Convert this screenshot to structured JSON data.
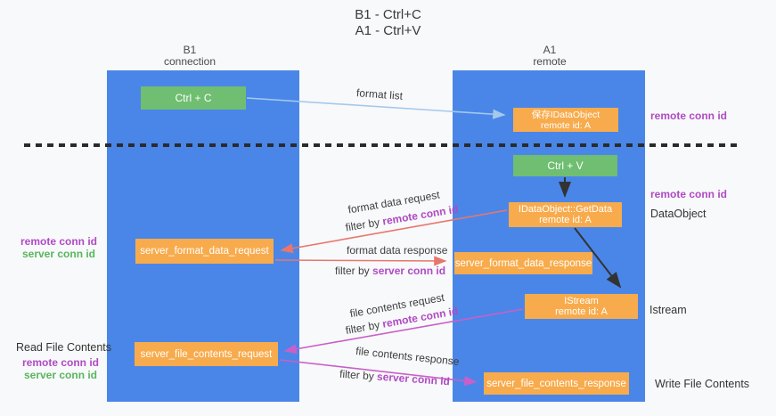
{
  "title": {
    "line1": "B1 - Ctrl+C",
    "line2": "A1 - Ctrl+V"
  },
  "lanes": {
    "left": {
      "name": "B1",
      "role": "connection"
    },
    "right": {
      "name": "A1",
      "role": "remote"
    }
  },
  "nodes": {
    "ctrl_c": {
      "label": "Ctrl + C"
    },
    "ctrl_v": {
      "label": "Ctrl + V"
    },
    "save_idataobject": {
      "line1": "保存IDataObject",
      "line2": "remote id: A"
    },
    "idataobject_getdata": {
      "line1": "IDataObject::GetData",
      "line2": "remote id: A"
    },
    "istream": {
      "line1": "IStream",
      "line2": "remote id: A"
    },
    "server_format_data_request": {
      "label": "server_format_data_request"
    },
    "server_format_data_response": {
      "label": "server_format_data_response"
    },
    "server_file_contents_request": {
      "label": "server_file_contents_request"
    },
    "server_file_contents_response": {
      "label": "server_file_contents_response"
    }
  },
  "edges": {
    "format_list": {
      "label": "format list"
    },
    "format_data_request": {
      "label": "format data request",
      "filter_prefix": "filter by ",
      "filter_key": "remote conn id"
    },
    "format_data_response": {
      "label": "format data response",
      "filter_prefix": "filter by ",
      "filter_key": "server conn id"
    },
    "file_contents_request": {
      "label": "file contents request",
      "filter_prefix": "filter by ",
      "filter_key": "remote conn id"
    },
    "file_contents_response": {
      "label": "file contents response",
      "filter_prefix": "filter by ",
      "filter_key": "server conn id"
    }
  },
  "annotations": {
    "right_remote_conn_id_top": "remote conn id",
    "right_remote_conn_id_mid": "remote conn id",
    "right_dataobject": "DataObject",
    "right_istream": "Istream",
    "right_write_file_contents": "Write File Contents",
    "left_remote_conn_id_mid": "remote conn id",
    "left_server_conn_id_mid": "server conn id",
    "left_read_file_contents": "Read File Contents",
    "left_remote_conn_id_bottom": "remote conn id",
    "left_server_conn_id_bottom": "server conn id"
  },
  "colors": {
    "lane_blue": "#4a86e8",
    "node_orange": "#f8ab4c",
    "node_green": "#6fbe71",
    "arrow_red": "#e8766d",
    "arrow_magenta": "#c95fc9",
    "arrow_blue": "#a4c9ec",
    "arrow_black": "#333333",
    "text_purple": "#b04ac4",
    "text_green": "#57b65e",
    "background": "#f8f9fa"
  }
}
